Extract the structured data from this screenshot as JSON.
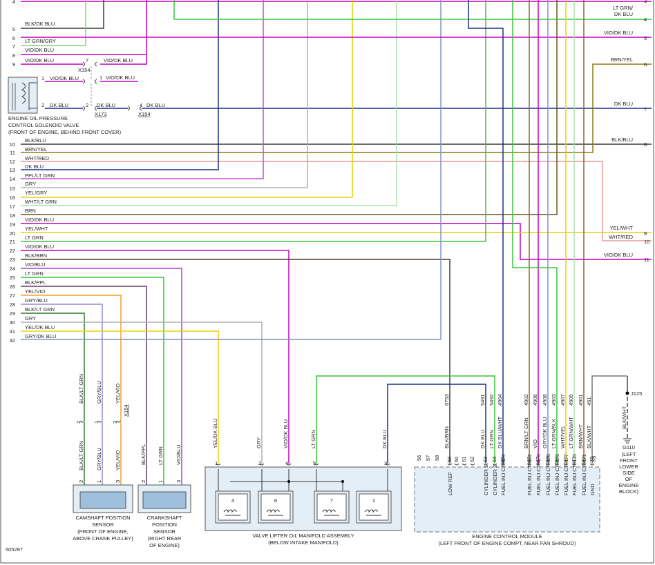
{
  "figure_id": "505297",
  "wires_left": [
    {
      "pin": "4",
      "label": ""
    },
    {
      "pin": "5",
      "label": "BLK/DK BLU"
    },
    {
      "pin": "6",
      "label": "LT GRN/GRY"
    },
    {
      "pin": "7",
      "label": "VIO/DK BLU"
    },
    {
      "pin": "8",
      "label": ""
    },
    {
      "pin": "9",
      "label": "VIO/DK BLU"
    },
    {
      "pin": "10",
      "label": "BLK/BLU"
    },
    {
      "pin": "11",
      "label": "BRN/YEL"
    },
    {
      "pin": "12",
      "label": "WHT/RED"
    },
    {
      "pin": "13",
      "label": "DK BLU"
    },
    {
      "pin": "14",
      "label": "PPL/LT GRN"
    },
    {
      "pin": "15",
      "label": "GRY"
    },
    {
      "pin": "16",
      "label": "YEL/GRY"
    },
    {
      "pin": "17",
      "label": "WHT/LT GRN"
    },
    {
      "pin": "18",
      "label": "BRN"
    },
    {
      "pin": "19",
      "label": "VIO/DK BLU"
    },
    {
      "pin": "20",
      "label": "YEL/WHT"
    },
    {
      "pin": "21",
      "label": "LT GRN"
    },
    {
      "pin": "22",
      "label": "VIO/DK BLU"
    },
    {
      "pin": "23",
      "label": "BLK/BRN"
    },
    {
      "pin": "24",
      "label": "VIO/BLU"
    },
    {
      "pin": "25",
      "label": "LT GRN"
    },
    {
      "pin": "26",
      "label": "BLK/PPL"
    },
    {
      "pin": "27",
      "label": "YEL/VIO"
    },
    {
      "pin": "28",
      "label": "GRY/BLU"
    },
    {
      "pin": "29",
      "label": "BLK/LT GRN"
    },
    {
      "pin": "30",
      "label": "GRY"
    },
    {
      "pin": "31",
      "label": "YEL/DK BLU"
    },
    {
      "pin": "32",
      "label": "GRY/DK BLU"
    }
  ],
  "wires_right": [
    {
      "pin": "3",
      "label": ""
    },
    {
      "pin": "4",
      "label": "LT GRN/ DK BLU"
    },
    {
      "pin": "5",
      "label": "VIO/DK BLU"
    },
    {
      "pin": "6",
      "label": "BRN/YEL"
    },
    {
      "pin": "7",
      "label": "DK BLU"
    },
    {
      "pin": "8",
      "label": "BLK/BLU"
    },
    {
      "pin": "9",
      "label": "YEL/WHT"
    },
    {
      "pin": "10",
      "label": "WHT/RED"
    },
    {
      "pin": "11",
      "label": "VIO/DK BLU"
    }
  ],
  "solenoid": {
    "name": "ENGINE OIL PRESSURE",
    "name2": "CONTROL SOLENOID VALVE",
    "location": "(FRONT OF ENGINE, BEHIND FRONT COVER)",
    "pin1": "1",
    "pin1_wire": "VIO/DK BLU",
    "pin2": "2",
    "pin2_wire": "DK BLU",
    "x154_pin7": "7",
    "x154_wire": "VIO/DK BLU",
    "x154": "X154",
    "x154_pin1": "1",
    "x154_pin1_wire": "VIO/DK BLU",
    "x173_pin2": "2",
    "x173_wire": "DK BLU",
    "x173": "X173",
    "x154b_pin4": "4",
    "x154b_wire": "DK BLU",
    "x154b": "X154"
  },
  "cam_sensor": {
    "title": "CAMSHAFT POSITION",
    "title2": "SENSOR",
    "loc": "(FRONT OF ENGINE,",
    "loc2": "ABOVE CRANK PULLEY)",
    "upper_wires": [
      "BLK/LT GRN",
      "GRY/BLU",
      "YEL/VIO"
    ],
    "upper_pins": [
      "2",
      "1",
      "3"
    ],
    "connector": "X154",
    "lower_wires": [
      "BLK/LT GRN",
      "GRY/BLU",
      "YEL/VIO"
    ],
    "lower_pins": [
      "2",
      "1",
      "3"
    ]
  },
  "crank_sensor": {
    "title": "CRANKSHAFT",
    "title2": "POSITION",
    "title3": "SENSOR",
    "loc": "(RIGHT REAR",
    "loc2": "OF ENGINE)",
    "wires": [
      "BLK/PPL",
      "LT GRN",
      "VIO/BLU"
    ],
    "pins": [
      "2",
      "1",
      "3"
    ]
  },
  "manifold": {
    "title": "VALVE LIFTER OIL MANIFOLD ASSEMBLY",
    "subtitle": "(BELOW INTAKE MANIFOLD)",
    "wires": [
      "YEL/DK BLU",
      "GRY",
      "VIO/DK BLU",
      "LT GRN",
      "DK BLU"
    ],
    "pins": [
      "1",
      "2",
      "4",
      "5",
      "3"
    ],
    "solenoids": [
      "4",
      "6",
      "7",
      "1"
    ]
  },
  "ecm": {
    "title": "ENGINE CONTROL MODULE",
    "subtitle": "(LEFT FRONT OF ENGINE COMPT, NEAR FAN SHROUD)",
    "empty_pins": [
      "56",
      "57",
      "58"
    ],
    "pins": [
      {
        "pin": "59",
        "func": "LOW REF",
        "wire": "BLK/BRN",
        "circuit": "6753"
      },
      {
        "pin": "60",
        "func": "",
        "wire": "",
        "circuit": ""
      },
      {
        "pin": "61",
        "func": "",
        "wire": "",
        "circuit": ""
      },
      {
        "pin": "62",
        "func": "",
        "wire": "",
        "circuit": ""
      },
      {
        "pin": "63",
        "func": "CYLINDER 1",
        "wire": "DK BLU",
        "circuit": "5491"
      },
      {
        "pin": "64",
        "func": "CYLINDER 2",
        "wire": "LT GRN",
        "circuit": "5492"
      },
      {
        "pin": "65",
        "func": "FUEL INJ CTRL 4",
        "wire": "DK BLU/WHT",
        "circuit": "4904"
      },
      {
        "pin": "66",
        "func": "FUEL INJ CTRL 2",
        "wire": "BRN/LT GRN",
        "circuit": "4902"
      },
      {
        "pin": "67",
        "func": "FUEL INJ CTRL 6",
        "wire": "VIO",
        "circuit": "4906"
      },
      {
        "pin": "68",
        "func": "FUEL INJ CTRL 8",
        "wire": "GRY/DK BLU",
        "circuit": "4908"
      },
      {
        "pin": "69",
        "func": "FUEL INJ CTRL 3",
        "wire": "LT GRN/BLK",
        "circuit": "4903"
      },
      {
        "pin": "70",
        "func": "FUEL INJ CTRL 7",
        "wire": "WHT/YEL",
        "circuit": "4907"
      },
      {
        "pin": "71",
        "func": "FUEL INJ CTRL 5",
        "wire": "LT GRN/WHT",
        "circuit": "4905"
      },
      {
        "pin": "72",
        "func": "FUEL INJ CTRL 1",
        "wire": "BRN/WHT",
        "circuit": "4901"
      },
      {
        "pin": "73",
        "func": "GND",
        "wire": "BLK/WHT",
        "circuit": "451"
      }
    ],
    "x3": "X3"
  },
  "ground": {
    "splice": "J125",
    "wire": "BLK/WHT",
    "name": "G110",
    "loc": [
      "(LEFT",
      "FRONT",
      "LOWER",
      "SIDE",
      "OF",
      "ENGINE",
      "BLOCK)"
    ]
  },
  "colors": {
    "vio": "#c000c0",
    "ltgrn": "#3cc43c",
    "ltgrngry": "#7fd47f",
    "dkblu": "#1a2f8c",
    "blk": "#3a3a3a",
    "brn": "#6b5318",
    "brnyel": "#8a7a10",
    "yel": "#e6d400",
    "yelvio": "#f0a030",
    "gry": "#b0b0b0",
    "gryblu": "#8c8cd8",
    "gryltblu": "#8090c8",
    "whtred": "#e89a9a",
    "blkbrn": "#4a3f2a",
    "ppl": "#c04fd0",
    "blkppl": "#6a3a6a",
    "blkltgrn": "#2f7a2f",
    "box": "#e3eef7",
    "dashed": "#777"
  }
}
